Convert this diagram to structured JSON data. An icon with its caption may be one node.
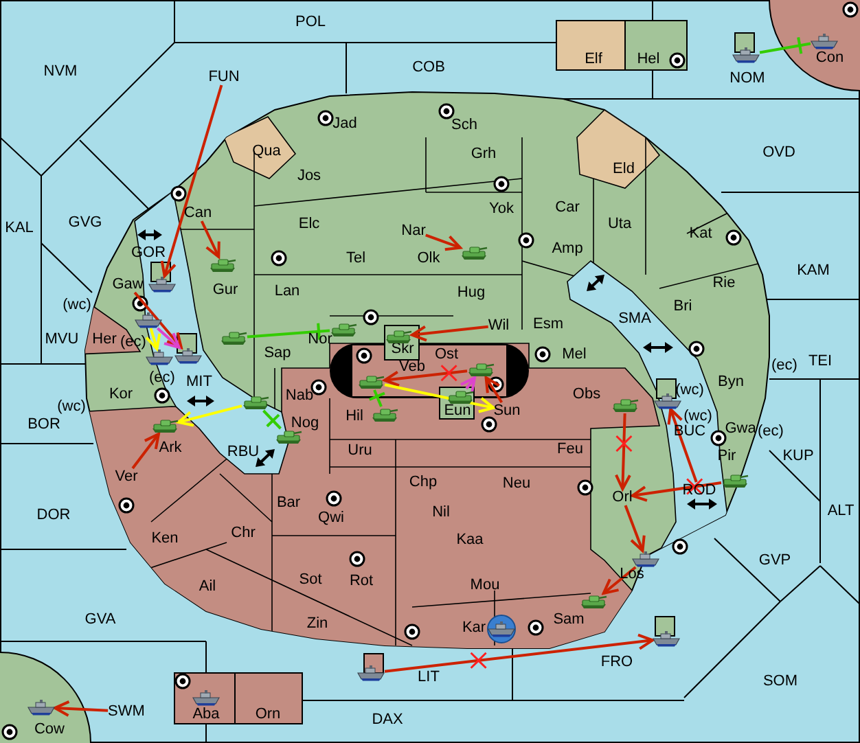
{
  "diagram": {
    "nodes": [
      {
        "text": [
          "POL"
        ]
      },
      {
        "text": [
          "Elf"
        ]
      },
      {
        "text": [
          "Hel"
        ]
      },
      {
        "text": [
          "Con"
        ]
      },
      {
        "text": [
          "NVM"
        ]
      },
      {
        "text": [
          "COB"
        ]
      },
      {
        "text": [
          "FUN"
        ]
      },
      {
        "text": [
          "NOM"
        ]
      },
      {
        "text": [
          "Jad"
        ]
      },
      {
        "text": [
          "Sch"
        ]
      },
      {
        "text": [
          "Qua"
        ]
      },
      {
        "text": [
          "Grh"
        ]
      },
      {
        "text": [
          "OVD"
        ]
      },
      {
        "text": [
          "Eld"
        ]
      },
      {
        "text": [
          "Jos"
        ]
      },
      {
        "text": [
          "Car"
        ]
      },
      {
        "text": [
          "Yok"
        ]
      },
      {
        "text": [
          "Can"
        ]
      },
      {
        "text": [
          "Elc"
        ]
      },
      {
        "text": [
          "GVG"
        ]
      },
      {
        "text": [
          "Uta"
        ]
      },
      {
        "text": [
          "KAL"
        ]
      },
      {
        "text": [
          "Nar"
        ]
      },
      {
        "text": [
          "Kat"
        ]
      },
      {
        "text": [
          "Amp"
        ]
      },
      {
        "text": [
          "GOR"
        ]
      },
      {
        "text": [
          "Tel"
        ]
      },
      {
        "text": [
          "Olk"
        ]
      },
      {
        "text": [
          "KAM"
        ]
      },
      {
        "text": [
          "Rie"
        ]
      },
      {
        "text": [
          "Gaw"
        ]
      },
      {
        "text": [
          "Gur"
        ]
      },
      {
        "text": [
          "Lan"
        ]
      },
      {
        "text": [
          "Hug"
        ]
      },
      {
        "text": [
          "(wc)"
        ]
      },
      {
        "text": [
          "Bri"
        ]
      },
      {
        "text": [
          "SMA"
        ]
      },
      {
        "text": [
          "Wil"
        ]
      },
      {
        "text": [
          "Esm"
        ]
      },
      {
        "text": [
          "Nor"
        ]
      },
      {
        "text": [
          "MVU"
        ]
      },
      {
        "text": [
          "Her"
        ]
      },
      {
        "text": [
          "(ec)"
        ]
      },
      {
        "text": [
          "Sap"
        ]
      },
      {
        "text": [
          "Skr"
        ]
      },
      {
        "text": [
          "Mel"
        ]
      },
      {
        "text": [
          "TEI"
        ]
      },
      {
        "text": [
          "Ost"
        ]
      },
      {
        "text": [
          "(ec)"
        ]
      },
      {
        "text": [
          "(ec)"
        ]
      },
      {
        "text": [
          "MIT"
        ]
      },
      {
        "text": [
          "(wc)"
        ]
      },
      {
        "text": [
          "Byn"
        ]
      },
      {
        "text": [
          "Veb"
        ]
      },
      {
        "text": [
          "Obs"
        ]
      },
      {
        "text": [
          "Nab"
        ]
      },
      {
        "text": [
          "Kor"
        ]
      },
      {
        "text": [
          "(wc)"
        ]
      },
      {
        "text": [
          "(wc)"
        ]
      },
      {
        "text": [
          "Eun"
        ]
      },
      {
        "text": [
          "Sun"
        ]
      },
      {
        "text": [
          "Hil"
        ]
      },
      {
        "text": [
          "Nog"
        ]
      },
      {
        "text": [
          "BOR"
        ]
      },
      {
        "text": [
          "Gwa"
        ]
      },
      {
        "text": [
          "(ec)"
        ]
      },
      {
        "text": [
          "BUC"
        ]
      },
      {
        "text": [
          "Ark"
        ]
      },
      {
        "text": [
          "Uru"
        ]
      },
      {
        "text": [
          "Feu"
        ]
      },
      {
        "text": [
          "RBU"
        ]
      },
      {
        "text": [
          "KUP"
        ]
      },
      {
        "text": [
          "Pir"
        ]
      },
      {
        "text": [
          "Ver"
        ]
      },
      {
        "text": [
          "Chp"
        ]
      },
      {
        "text": [
          "Neu"
        ]
      },
      {
        "text": [
          "ROD"
        ]
      },
      {
        "text": [
          "Orl"
        ]
      },
      {
        "text": [
          "Bar"
        ]
      },
      {
        "text": [
          "ALT"
        ]
      },
      {
        "text": [
          "Nil"
        ]
      },
      {
        "text": [
          "DOR"
        ]
      },
      {
        "text": [
          "Qwi"
        ]
      },
      {
        "text": [
          "Chr"
        ]
      },
      {
        "text": [
          "Ken"
        ]
      },
      {
        "text": [
          "Kaa"
        ]
      },
      {
        "text": [
          "GVP"
        ]
      },
      {
        "text": [
          "Los"
        ]
      },
      {
        "text": [
          "Sot"
        ]
      },
      {
        "text": [
          "Rot"
        ]
      },
      {
        "text": [
          "Mou"
        ]
      },
      {
        "text": [
          "Ail"
        ]
      },
      {
        "text": [
          "GVA"
        ]
      },
      {
        "text": [
          "Sam"
        ]
      },
      {
        "text": [
          "Zin"
        ]
      },
      {
        "text": [
          "Kar"
        ]
      },
      {
        "text": [
          "FRO"
        ]
      },
      {
        "text": [
          "LIT"
        ]
      },
      {
        "text": [
          "SOM"
        ]
      },
      {
        "text": [
          "Aba"
        ]
      },
      {
        "text": [
          "Orn"
        ]
      },
      {
        "text": [
          "SWM"
        ]
      },
      {
        "text": [
          "DAX"
        ]
      },
      {
        "text": [
          "Cow"
        ]
      },
      {
        "text": [],
        "shape": "ship"
      },
      {
        "text": [],
        "shape": "tank"
      },
      {
        "text": [],
        "shape": "tank"
      },
      {
        "text": [],
        "shape": "ship"
      },
      {
        "text": [],
        "shape": "ship"
      },
      {
        "text": [],
        "shape": "ship"
      },
      {
        "text": [],
        "shape": "tank"
      },
      {
        "text": [],
        "shape": "tank"
      },
      {
        "text": [],
        "shape": "tank"
      },
      {
        "text": [],
        "shape": "tank"
      },
      {
        "text": [],
        "shape": "tank"
      },
      {
        "text": [],
        "shape": "tank"
      },
      {
        "text": [],
        "shape": "tank"
      },
      {
        "text": [],
        "shape": "tank"
      },
      {
        "text": [],
        "shape": "tank"
      },
      {
        "text": [],
        "shape": "tank"
      },
      {
        "text": [],
        "shape": "tank"
      },
      {
        "text": [],
        "shape": "ship"
      },
      {
        "text": [],
        "shape": "tank"
      },
      {
        "text": [],
        "shape": "ship"
      },
      {
        "text": [],
        "shape": "tank"
      },
      {
        "text": [],
        "shape": "ship"
      },
      {
        "text": [],
        "shape": "ship"
      },
      {
        "text": [],
        "shape": "ship"
      },
      {
        "text": [],
        "shape": "ship"
      },
      {
        "text": [],
        "shape": "ship"
      },
      {
        "text": [],
        "shape": "ship"
      },
      {
        "text": [],
        "shape": "ship"
      }
    ],
    "edges": [
      {
        "from": 6,
        "to": 104,
        "arrow": "to"
      },
      {
        "from": 17,
        "to": 105,
        "arrow": "to"
      },
      {
        "from": 22,
        "to": 106,
        "arrow": "to"
      },
      {
        "from": 30,
        "to": 109,
        "arrow": "to"
      },
      {
        "from": 107,
        "to": 108,
        "arrow": "to",
        "color": "#ffff00"
      },
      {
        "from": 107,
        "to": 109,
        "arrow": "to",
        "color": "#dd44cc"
      },
      {
        "from": 110,
        "to": 111,
        "arrow": "other",
        "color": "#33cc00"
      },
      {
        "from": 37,
        "to": 112,
        "arrow": "to"
      },
      {
        "from": 113,
        "to": 114,
        "arrow": "to"
      },
      {
        "from": 114,
        "to": 60,
        "arrow": "to",
        "color": "#ffff00"
      },
      {
        "from": 115,
        "to": 113,
        "arrow": "to",
        "color": "#dd44cc"
      },
      {
        "from": 60,
        "to": 113,
        "arrow": "to"
      },
      {
        "from": 114,
        "to": 116,
        "arrow": "other",
        "color": "#33cc00"
      },
      {
        "from": 117,
        "to": 119,
        "arrow": "to",
        "color": "#ffff00"
      },
      {
        "from": 117,
        "to": 118,
        "arrow": "other",
        "color": "#33cc00"
      },
      {
        "from": 73,
        "to": 119,
        "arrow": "to"
      },
      {
        "from": 120,
        "to": 77,
        "arrow": "to"
      },
      {
        "from": 122,
        "to": 77,
        "arrow": "to"
      },
      {
        "from": 76,
        "to": 121,
        "arrow": "to"
      },
      {
        "from": 77,
        "to": 123,
        "arrow": "to"
      },
      {
        "from": 123,
        "to": 124,
        "arrow": "to"
      },
      {
        "from": 127,
        "to": 128,
        "arrow": "to"
      },
      {
        "from": 101,
        "to": 129,
        "arrow": "to"
      },
      {
        "from": 125,
        "to": 126,
        "arrow": "other",
        "color": "#33cc00"
      }
    ]
  }
}
